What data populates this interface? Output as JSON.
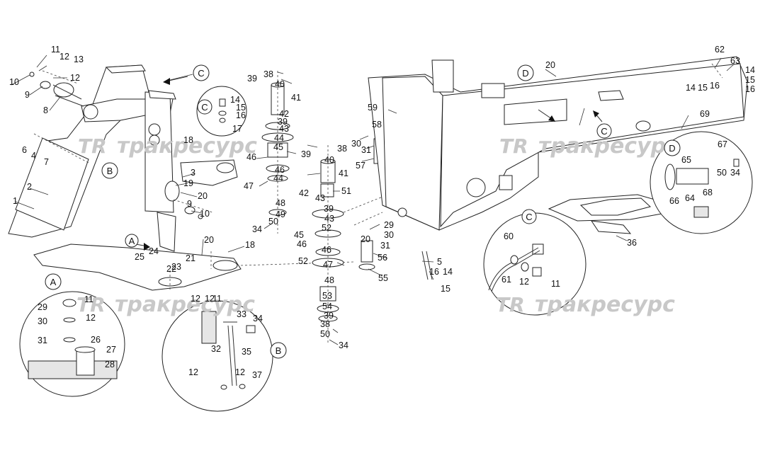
{
  "watermark": {
    "logo": "TR",
    "text": "тракресурс"
  },
  "callouts": {
    "a": "A",
    "b": "B",
    "c": "C",
    "d": "D"
  },
  "labels": [
    "1",
    "2",
    "3",
    "4",
    "5",
    "6",
    "7",
    "8",
    "9",
    "10",
    "11",
    "12",
    "13",
    "14",
    "15",
    "16",
    "17",
    "18",
    "19",
    "20",
    "21",
    "22",
    "23",
    "24",
    "25",
    "26",
    "27",
    "28",
    "29",
    "30",
    "31",
    "32",
    "33",
    "34",
    "35",
    "36",
    "37",
    "38",
    "39",
    "40",
    "41",
    "42",
    "43",
    "44",
    "45",
    "46",
    "47",
    "48",
    "49",
    "50",
    "51",
    "52",
    "53",
    "54",
    "55",
    "56",
    "57",
    "58",
    "59",
    "60",
    "61",
    "62",
    "63",
    "64",
    "65",
    "66",
    "67",
    "68",
    "69"
  ]
}
